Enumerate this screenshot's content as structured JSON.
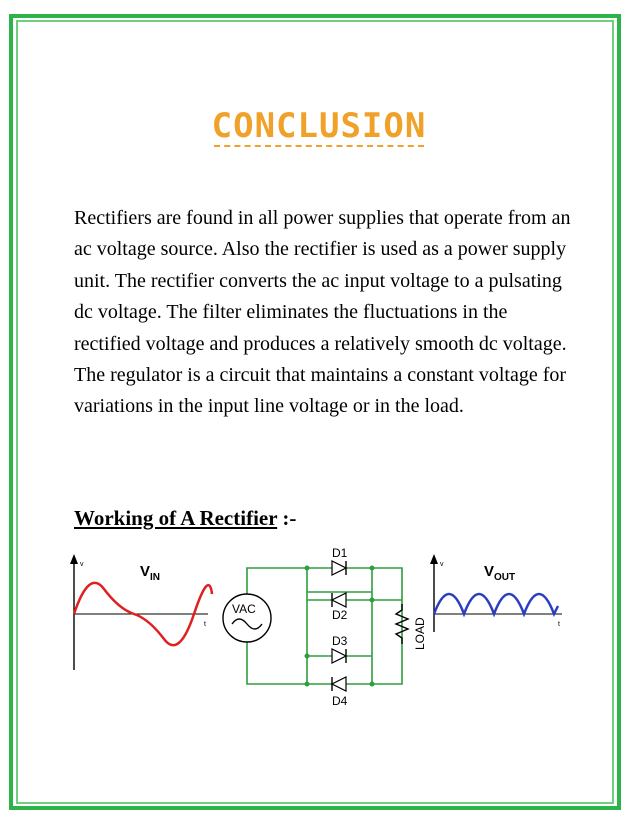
{
  "title": "CONCLUSION",
  "paragraph": "Rectifiers are found in all power supplies that operate from an ac voltage source. Also the rectifier is used as a power supply unit. The rectifier converts the ac input voltage to a pulsating dc voltage. The filter eliminates the fluctuations in the rectified voltage and produces a relatively smooth dc voltage. The regulator is a circuit that maintains a constant voltage for variations in the input line voltage or in the load.",
  "section_heading": {
    "text": "Working of A Rectifier",
    "suffix": " :-"
  },
  "diagram": {
    "vin_label": "V",
    "vin_sub": "IN",
    "vout_label": "V",
    "vout_sub": "OUT",
    "source_label": "VAC",
    "diodes": [
      "D1",
      "D2",
      "D3",
      "D4"
    ],
    "load_label": "LOAD",
    "axis_v": "v",
    "axis_t": "t"
  },
  "colors": {
    "border_outer": "#2db34a",
    "border_inner": "#6fcf7f",
    "title": "#f0a12a",
    "wire": "#2e9e3e",
    "input_wave": "#e0201f",
    "output_wave": "#2a3fbf"
  }
}
